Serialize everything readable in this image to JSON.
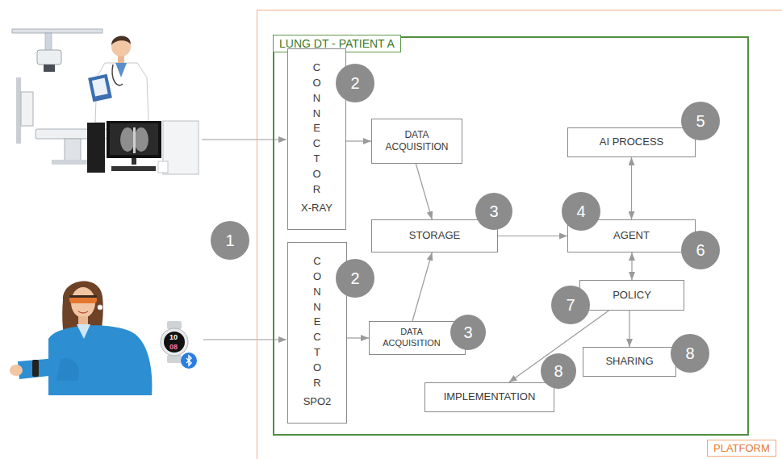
{
  "diagram": {
    "nodes": [
      {
        "text": [
          "PLATFORM"
        ]
      },
      {
        "text": [
          "LUNG DT - PATIENT A"
        ],
        "in": 0
      },
      {
        "text": [
          "CONNECTOR",
          "X-RAY"
        ],
        "in": 1
      },
      {
        "text": [
          "DATA ACQUISITION"
        ],
        "in": 1
      },
      {
        "text": [
          "AI PROCESS"
        ],
        "in": 1
      },
      {
        "text": [
          "STORAGE"
        ],
        "in": 1
      },
      {
        "text": [
          "AGENT"
        ],
        "in": 1
      },
      {
        "text": [
          "CONNECTOR",
          "SPO2"
        ],
        "in": 1
      },
      {
        "text": [
          "POLICY"
        ],
        "in": 1
      },
      {
        "text": [
          "DATA ACQUISITION"
        ],
        "in": 1
      },
      {
        "text": [
          "SHARING"
        ],
        "in": 1
      },
      {
        "text": [
          "IMPLEMENTATION"
        ],
        "in": 1
      }
    ],
    "edges": [
      {
        "from": 2,
        "to": 3,
        "arrow": "to"
      },
      {
        "from": 3,
        "to": 5,
        "arrow": "to"
      },
      {
        "from": 7,
        "to": 9,
        "arrow": "to"
      },
      {
        "from": 9,
        "to": 5,
        "arrow": "to"
      },
      {
        "from": 5,
        "to": 6,
        "arrow": "to"
      },
      {
        "from": 6,
        "to": 4,
        "arrow": "both"
      },
      {
        "from": 6,
        "to": 8,
        "arrow": "both"
      },
      {
        "from": 8,
        "to": 10,
        "arrow": "to"
      },
      {
        "from": 8,
        "to": 11,
        "arrow": "to"
      }
    ],
    "labels": [
      "1",
      "2",
      "2",
      "3",
      "3",
      "4",
      "5",
      "6",
      "7",
      "8",
      "8",
      "10",
      "08"
    ]
  }
}
